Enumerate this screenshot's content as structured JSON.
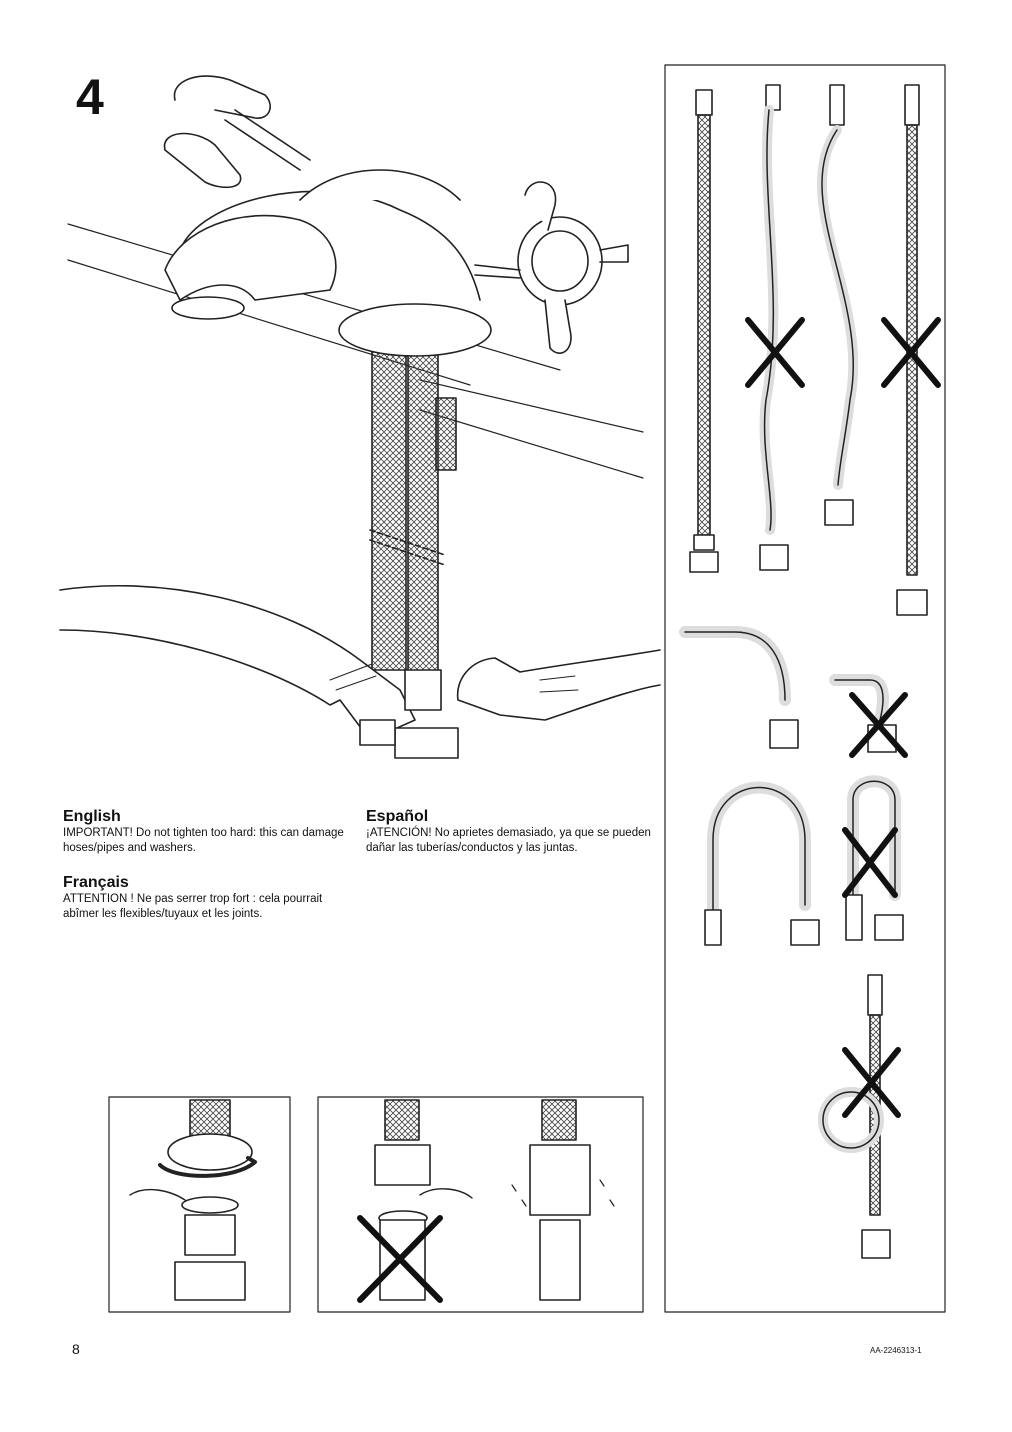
{
  "step": {
    "number": "4"
  },
  "instructions": [
    {
      "language": "English",
      "text": "IMPORTANT! Do not tighten too hard: this can damage hoses/pipes and washers."
    },
    {
      "language": "Español",
      "text": "¡ATENCIÓN! No aprietes demasiado, ya que se pueden dañar las tuberías/conductos y las juntas."
    },
    {
      "language": "Français",
      "text": "ATTENTION ! Ne pas serrer trop fort : cela pourrait abîmer les flexibles/tuyaux et les joints."
    }
  ],
  "footer": {
    "page_number": "8",
    "document_code": "AA-2246313-1"
  }
}
